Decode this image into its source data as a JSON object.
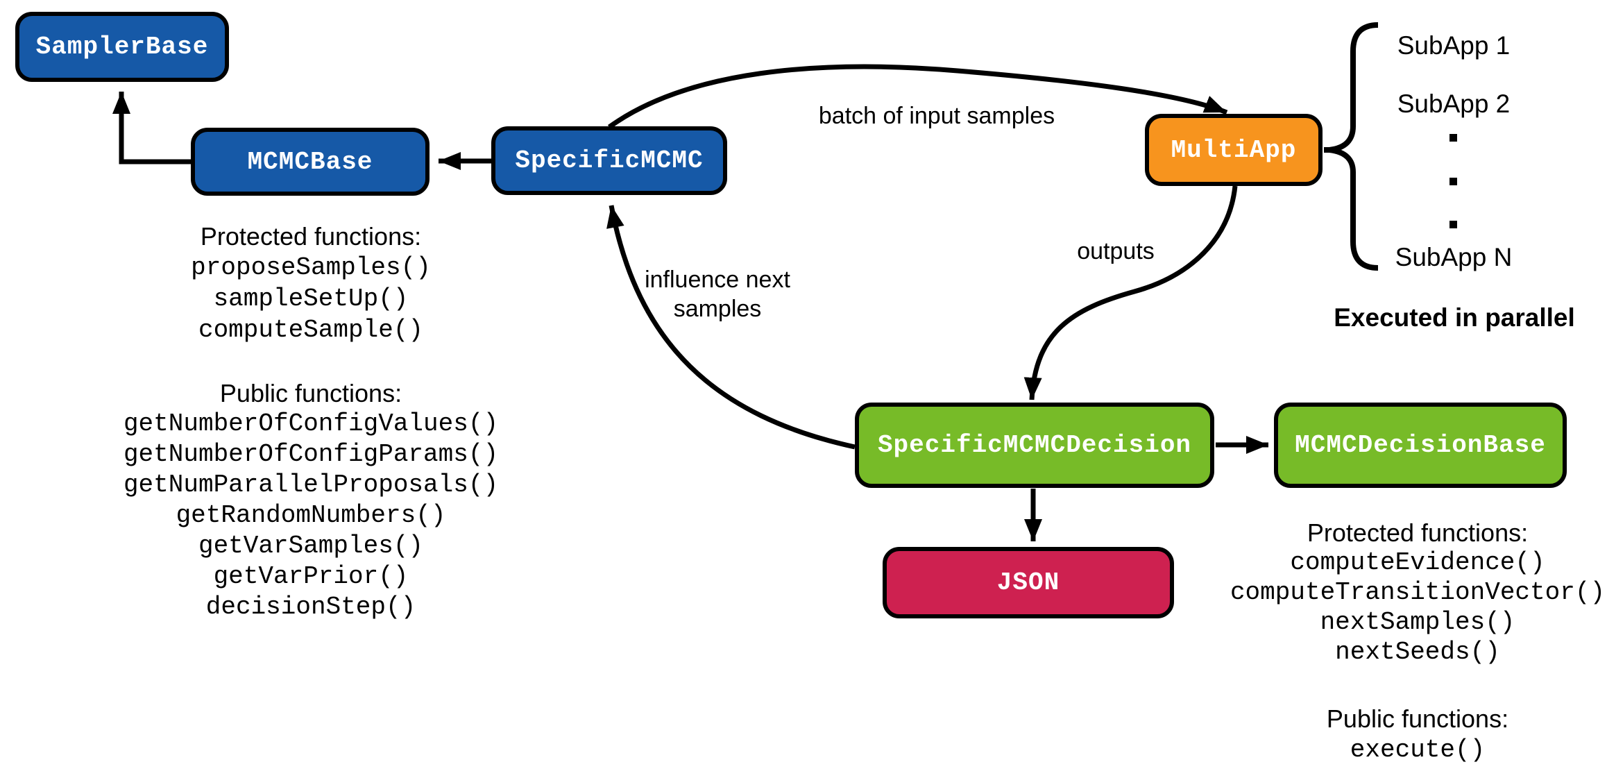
{
  "colors": {
    "blue": "#1659A7",
    "orange": "#F7941E",
    "green": "#77BB28",
    "crimson": "#CE2150"
  },
  "nodes": {
    "sampler_base": "SamplerBase",
    "mcmc_base": "MCMCBase",
    "specific_mcmc": "SpecificMCMC",
    "multi_app": "MultiApp",
    "specific_mcmc_decision": "SpecificMCMCDecision",
    "mcmc_decision_base": "MCMCDecisionBase",
    "json": "JSON"
  },
  "edge_labels": {
    "batch_of_input_samples": "batch of input samples",
    "outputs": "outputs",
    "influence_line1": "influence next",
    "influence_line2": "samples"
  },
  "subapps": {
    "items": [
      "SubApp 1",
      "SubApp 2",
      "SubApp N"
    ],
    "caption": "Executed in parallel"
  },
  "mcmc_base_functions": {
    "protected_title": "Protected functions:",
    "protected_items": [
      "proposeSamples()",
      "sampleSetUp()",
      "computeSample()"
    ],
    "public_title": "Public functions:",
    "public_items": [
      "getNumberOfConfigValues()",
      "getNumberOfConfigParams()",
      "getNumParallelProposals()",
      "getRandomNumbers()",
      "getVarSamples()",
      "getVarPrior()",
      "decisionStep()"
    ]
  },
  "decision_base_functions": {
    "protected_title": "Protected functions:",
    "protected_items": [
      "computeEvidence()",
      "computeTransitionVector()",
      "nextSamples()",
      "nextSeeds()"
    ],
    "public_title": "Public functions:",
    "public_items": [
      "execute()"
    ]
  }
}
